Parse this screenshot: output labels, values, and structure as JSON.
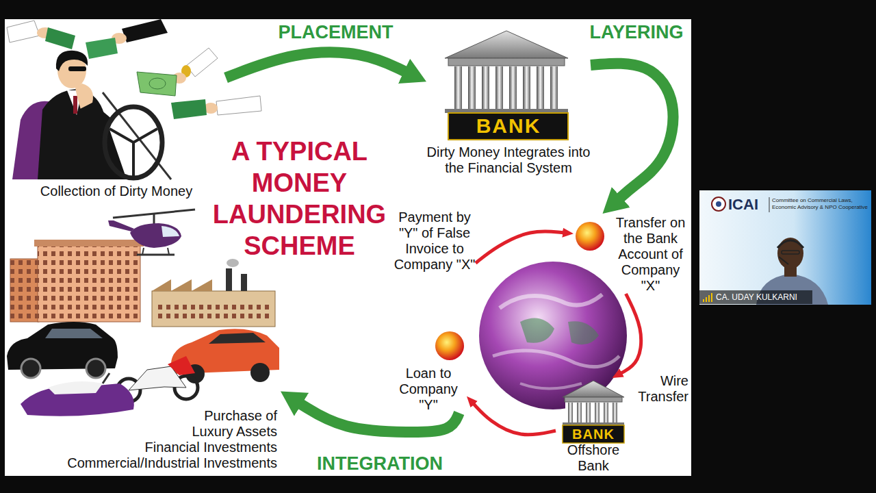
{
  "diagram": {
    "title": "A TYPICAL MONEY LAUNDERING SCHEME",
    "nodes": [
      {
        "text": [
          "Collection of Dirty Money"
        ]
      },
      {
        "text": [
          "BANK",
          "Dirty Money Integrates into the Financial System"
        ]
      },
      {
        "text": [
          "Transfer on the Bank Account of Company \"X\""
        ]
      },
      {
        "text": [
          "BANK",
          "Offshore Bank"
        ]
      },
      {
        "text": [
          "Loan to Company \"Y\""
        ]
      },
      {
        "text": [
          "Payment by \"Y\" of False Invoice to Company \"X\""
        ]
      },
      {
        "text": [
          "Purchase of Luxury Assets",
          "Financial Investments",
          "Commercial/Industrial Investments"
        ]
      }
    ],
    "edges": [
      {
        "from": 0,
        "to": 1,
        "label": "PLACEMENT",
        "arrow": "to"
      },
      {
        "from": 1,
        "to": 2,
        "label": "LAYERING",
        "arrow": "to"
      },
      {
        "from": 2,
        "to": 3,
        "label": "Wire Transfer",
        "arrow": "to"
      },
      {
        "from": 3,
        "to": 4,
        "arrow": "to"
      },
      {
        "from": 5,
        "to": 2,
        "arrow": "to"
      },
      {
        "from": 4,
        "to": 6,
        "label": "INTEGRATION",
        "arrow": "to"
      }
    ],
    "labels": [
      "ICAI",
      "Committee on Commercial Laws, Economic Advisory & NPO Cooperative",
      "CA. UDAY KULKARNI"
    ]
  }
}
